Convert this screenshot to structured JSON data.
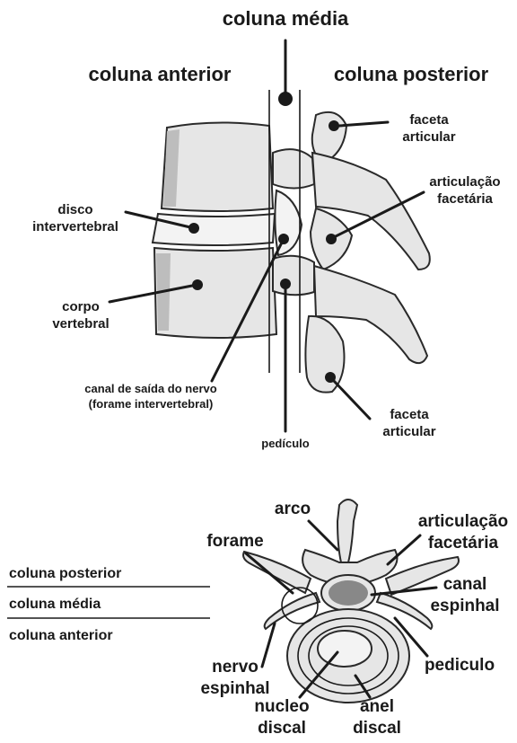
{
  "top": {
    "title": "coluna média",
    "left_title": "coluna anterior",
    "right_title": "coluna posterior",
    "labels": {
      "faceta_top_1": "faceta",
      "faceta_top_2": "articular",
      "artic_1": "articulação",
      "artic_2": "facetária",
      "disco_1": "disco",
      "disco_2": "intervertebral",
      "corpo_1": "corpo",
      "corpo_2": "vertebral",
      "canal_1": "canal de saída do nervo",
      "canal_2": "(forame intervertebral)",
      "faceta_bot_1": "faceta",
      "faceta_bot_2": "articular",
      "pediculo": "pedículo"
    }
  },
  "bottom": {
    "legend": [
      "coluna posterior",
      "coluna média",
      "coluna anterior"
    ],
    "labels": {
      "arco": "arco",
      "artic_1": "articulação",
      "artic_2": "facetária",
      "forame": "forame",
      "canal_1": "canal",
      "canal_2": "espinhal",
      "pediculo": "pediculo",
      "nervo_1": "nervo",
      "nervo_2": "espinhal",
      "nucleo_1": "nucleo",
      "nucleo_2": "discal",
      "anel_1": "anel",
      "anel_2": "discal"
    }
  }
}
